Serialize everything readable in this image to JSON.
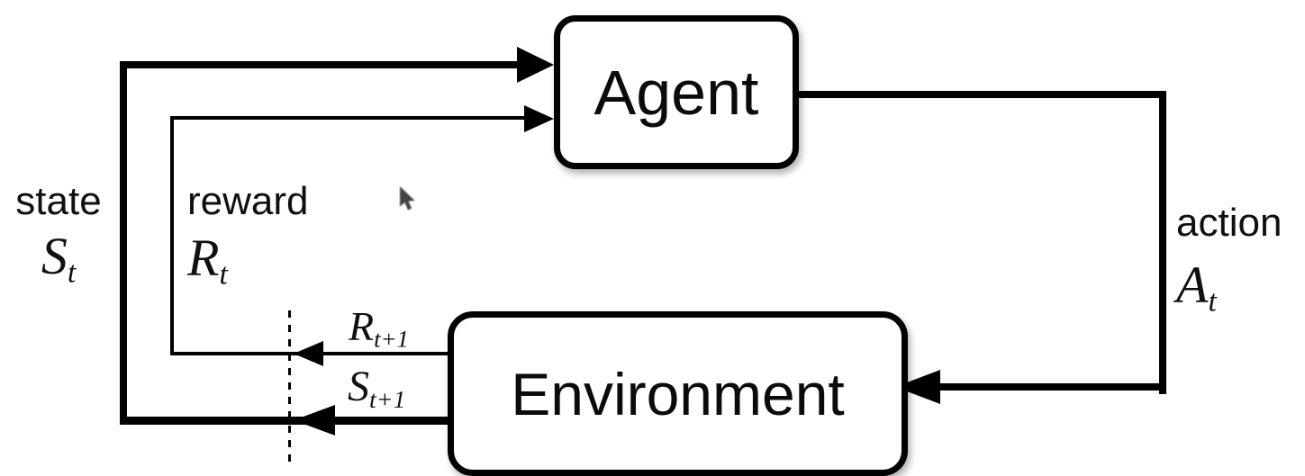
{
  "diagram": {
    "type": "flow-diagram",
    "topic": "agent-environment interaction loop (reinforcement learning)",
    "agent": {
      "label": "Agent"
    },
    "environment": {
      "label": "Environment"
    },
    "state": {
      "word": "state",
      "symbol": "S",
      "subscript": "t"
    },
    "reward": {
      "word": "reward",
      "symbol": "R",
      "subscript": "t"
    },
    "action": {
      "word": "action",
      "symbol": "A",
      "subscript": "t"
    },
    "next_reward": {
      "symbol": "R",
      "subscript": "t+1"
    },
    "next_state": {
      "symbol": "S",
      "subscript": "t+1"
    },
    "colors": {
      "line": "#000000",
      "box_border": "#000000",
      "box_fill": "#ffffff",
      "background": "#ffffff",
      "text": "#101010"
    }
  }
}
